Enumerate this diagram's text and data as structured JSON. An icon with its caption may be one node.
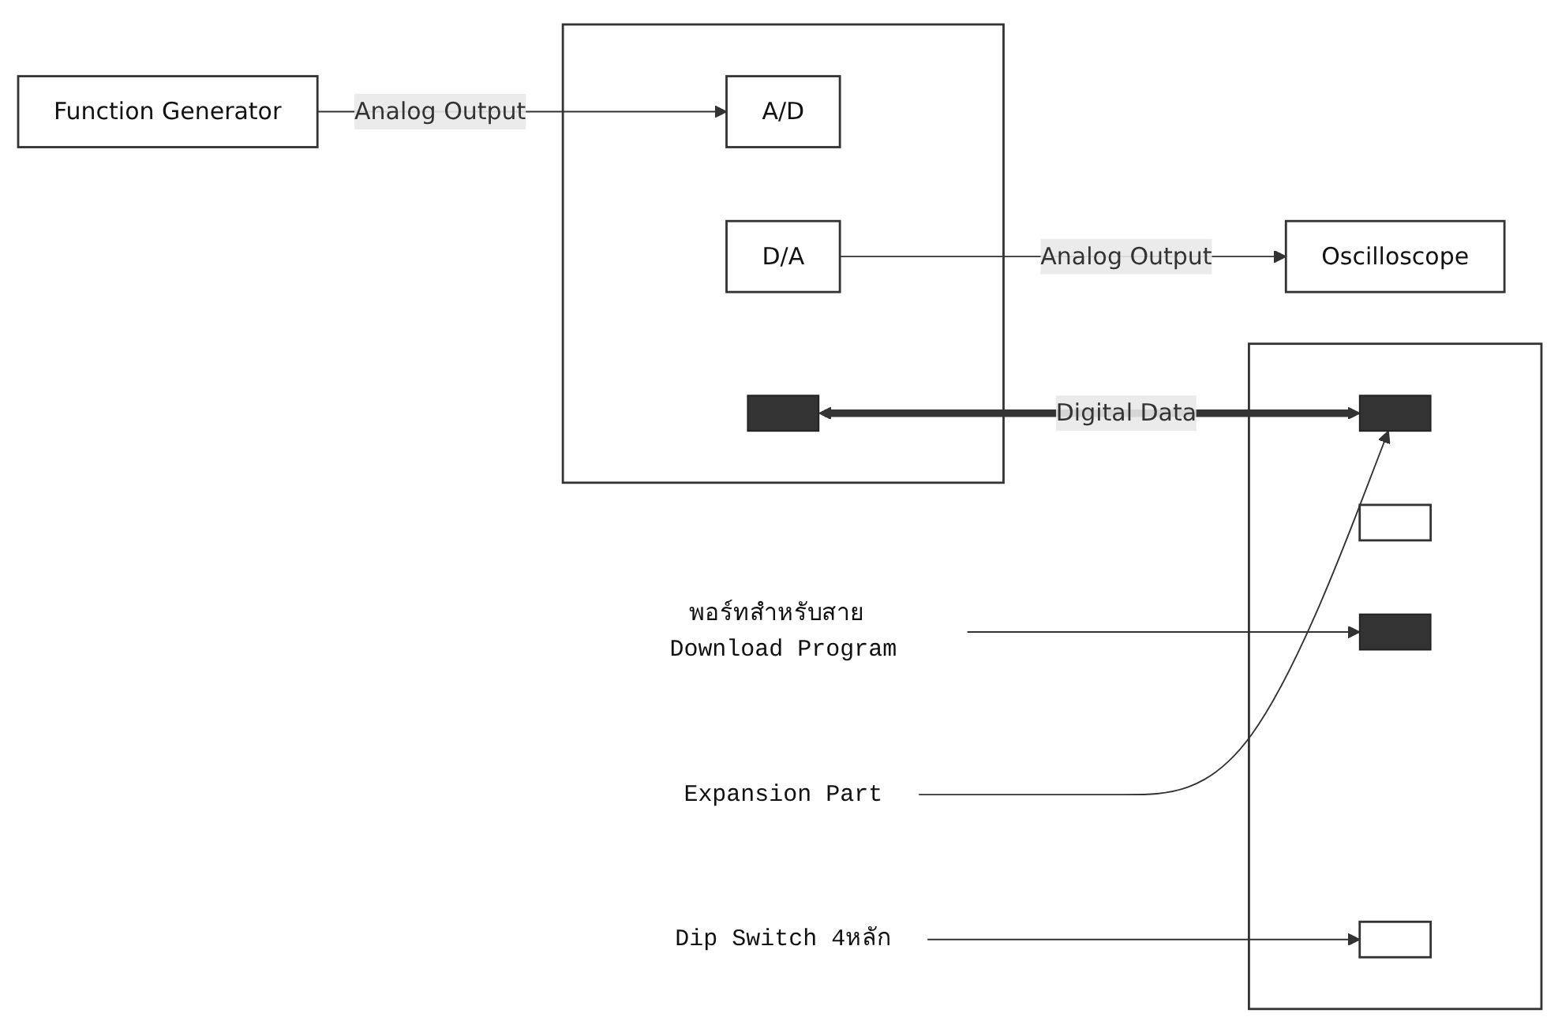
{
  "diagram": {
    "nodes": [
      {
        "text": [
          "Function Generator"
        ]
      },
      {
        "text": [],
        "shape": "box"
      },
      {
        "text": [
          "A/D"
        ],
        "in": 1
      },
      {
        "text": [
          "D/A"
        ],
        "in": 1
      },
      {
        "text": [],
        "shape": "bar",
        "in": 1
      },
      {
        "text": [],
        "shape": "box"
      },
      {
        "text": [],
        "shape": "bar",
        "in": 5
      },
      {
        "text": [],
        "shape": "box",
        "in": 5
      },
      {
        "text": [],
        "shape": "bar",
        "in": 5
      },
      {
        "text": [],
        "shape": "box",
        "in": 5
      },
      {
        "text": [
          "Oscilloscope"
        ]
      },
      {
        "text": [
          "พอร์ทสำหรับสาย Download Program"
        ]
      },
      {
        "text": [
          "Expansion Part"
        ]
      },
      {
        "text": [
          "Dip Switch 4หลัก"
        ]
      }
    ],
    "edges": [
      {
        "from": 0,
        "to": 2,
        "arrow": "to",
        "label": "Analog Output"
      },
      {
        "from": 3,
        "to": 10,
        "arrow": "to",
        "label": "Analog Output"
      },
      {
        "from": 4,
        "to": 6,
        "arrow": "both",
        "label": "Digital Data",
        "style": "thick"
      },
      {
        "from": 11,
        "to": 8,
        "arrow": "to"
      },
      {
        "from": 12,
        "to": 6,
        "arrow": "to"
      },
      {
        "from": 13,
        "to": 9,
        "arrow": "to"
      }
    ]
  }
}
